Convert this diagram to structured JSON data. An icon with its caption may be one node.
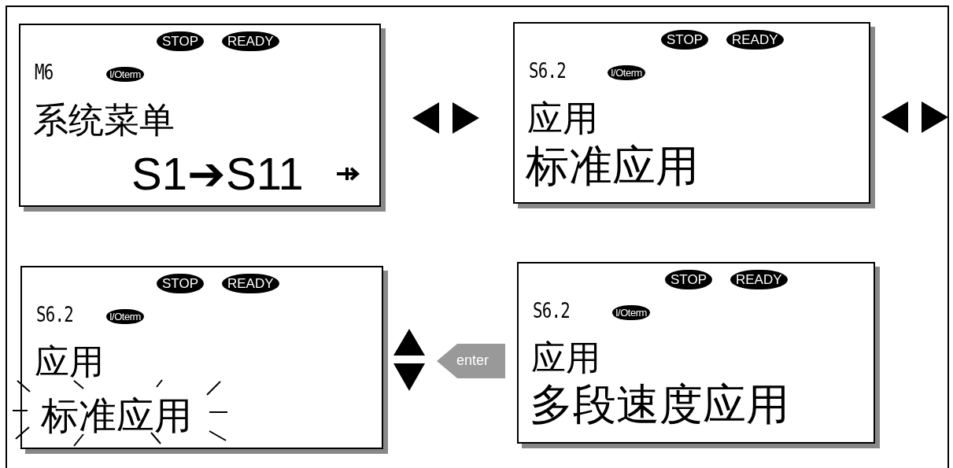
{
  "diagram": {
    "nodes": [
      {
        "text": [
          "STOP",
          "READY",
          "M6",
          "I/Oterm",
          "系统菜单",
          "S1➔S11"
        ]
      },
      {
        "text": [
          "STOP",
          "READY",
          "S6.2",
          "I/Oterm",
          "应用",
          "标准应用"
        ]
      },
      {
        "text": [
          "STOP",
          "READY",
          "S6.2",
          "I/Oterm",
          "应用",
          "标准应用"
        ]
      },
      {
        "text": [
          "STOP",
          "READY",
          "S6.2",
          "I/Oterm",
          "应用",
          "多段速度应用"
        ]
      }
    ],
    "labels": [
      "enter"
    ]
  }
}
